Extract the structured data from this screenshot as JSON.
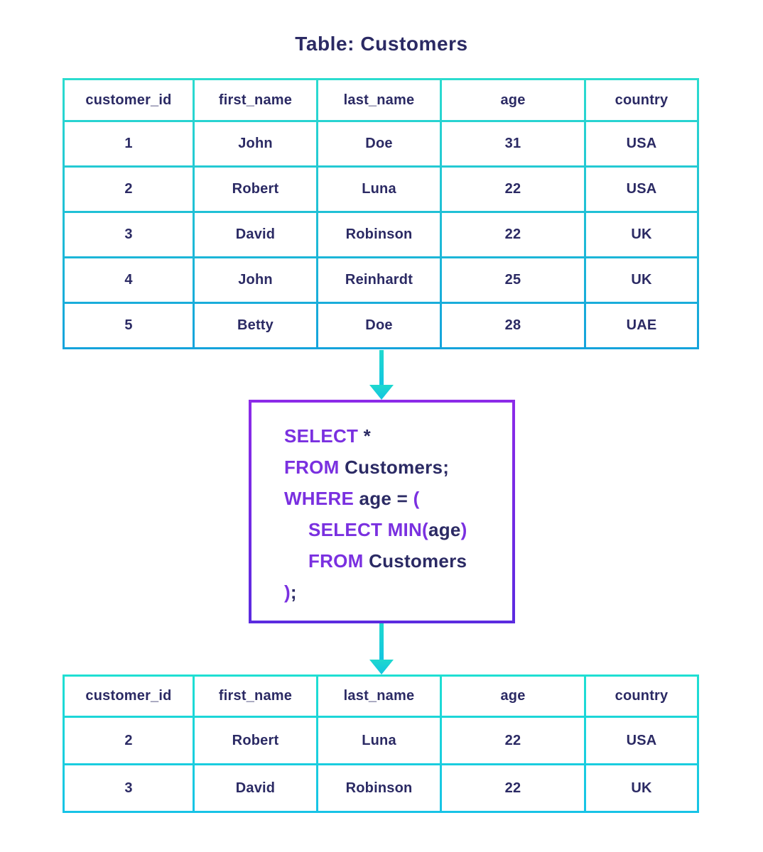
{
  "title": "Table: Customers",
  "colors": {
    "text_navy": "#2b2a64",
    "sql_keyword_purple": "#7a30e0",
    "table_border_cyan_top": "#2bdccf",
    "table_border_cyan_bottom": "#15a3dc",
    "sql_box_border_purple_top": "#8d2be8",
    "sql_box_border_purple_bottom": "#5b2be0",
    "arrow_cyan_top": "#1fd9ce",
    "arrow_cyan_bottom": "#12c4e2",
    "background": "#ffffff"
  },
  "source_table": {
    "columns": [
      "customer_id",
      "first_name",
      "last_name",
      "age",
      "country"
    ],
    "rows": [
      [
        "1",
        "John",
        "Doe",
        "31",
        "USA"
      ],
      [
        "2",
        "Robert",
        "Luna",
        "22",
        "USA"
      ],
      [
        "3",
        "David",
        "Robinson",
        "22",
        "UK"
      ],
      [
        "4",
        "John",
        "Reinhardt",
        "25",
        "UK"
      ],
      [
        "5",
        "Betty",
        "Doe",
        "28",
        "UAE"
      ]
    ]
  },
  "sql": {
    "lines": [
      {
        "indent": 0,
        "segments": [
          {
            "text": "SELECT",
            "type": "keyword"
          },
          {
            "text": " *",
            "type": "plain"
          }
        ]
      },
      {
        "indent": 0,
        "segments": [
          {
            "text": "FROM",
            "type": "keyword"
          },
          {
            "text": " Customers;",
            "type": "plain"
          }
        ]
      },
      {
        "indent": 0,
        "segments": [
          {
            "text": "WHERE",
            "type": "keyword"
          },
          {
            "text": " age = ",
            "type": "plain"
          },
          {
            "text": "(",
            "type": "keyword"
          }
        ]
      },
      {
        "indent": 1,
        "segments": [
          {
            "text": "SELECT MIN(",
            "type": "keyword"
          },
          {
            "text": "age",
            "type": "plain"
          },
          {
            "text": ")",
            "type": "keyword"
          }
        ]
      },
      {
        "indent": 1,
        "segments": [
          {
            "text": "FROM",
            "type": "keyword"
          },
          {
            "text": " Customers",
            "type": "plain"
          }
        ]
      },
      {
        "indent": 0,
        "segments": [
          {
            "text": ")",
            "type": "keyword"
          },
          {
            "text": ";",
            "type": "plain"
          }
        ]
      }
    ]
  },
  "result_table": {
    "columns": [
      "customer_id",
      "first_name",
      "last_name",
      "age",
      "country"
    ],
    "rows": [
      [
        "2",
        "Robert",
        "Luna",
        "22",
        "USA"
      ],
      [
        "3",
        "David",
        "Robinson",
        "22",
        "UK"
      ]
    ]
  },
  "icons": {
    "flow_arrow": "down-arrow"
  }
}
